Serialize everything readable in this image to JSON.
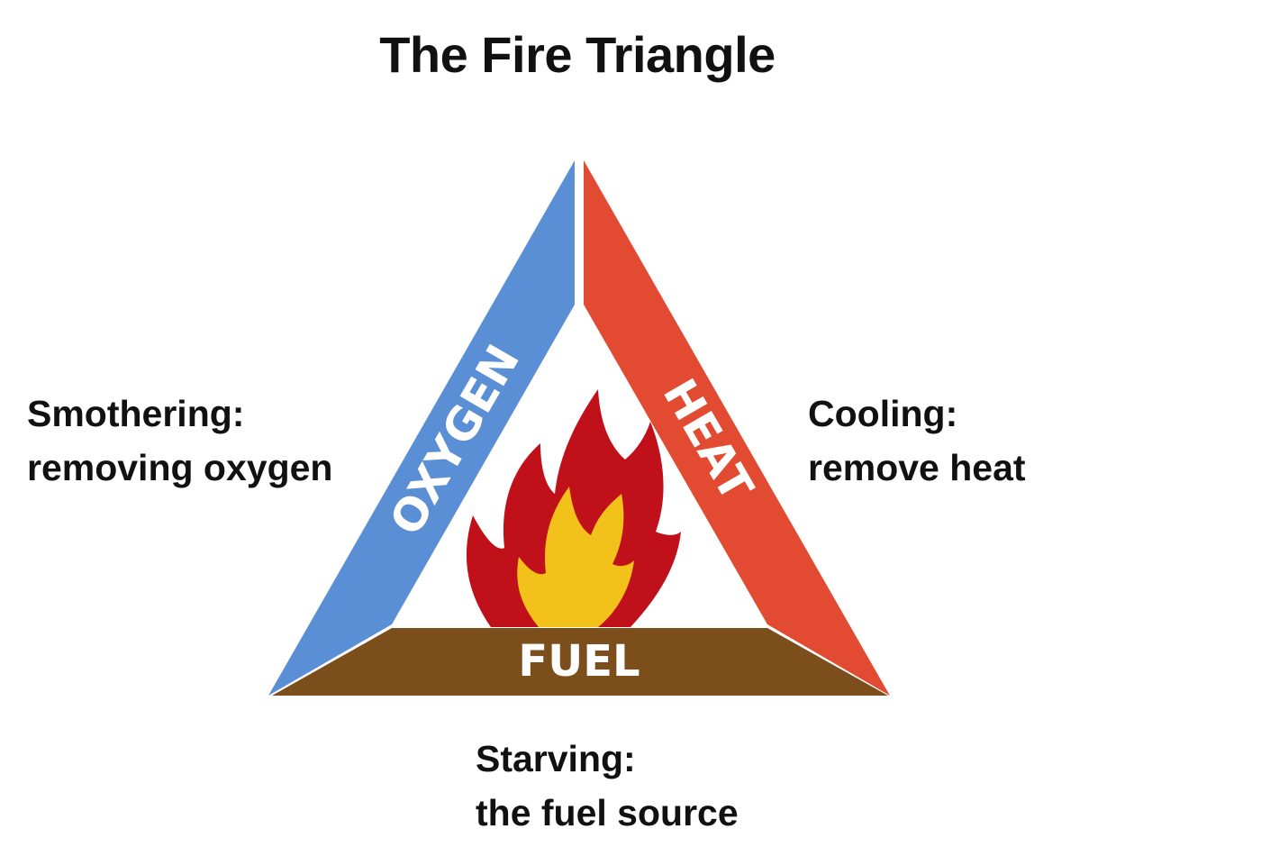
{
  "title": "The Fire Triangle",
  "sides": {
    "oxygen": {
      "label": "OXYGEN",
      "color": "#5b8fd5"
    },
    "heat": {
      "label": "HEAT",
      "color": "#e24b31"
    },
    "fuel": {
      "label": "FUEL",
      "color": "#7b4e1c"
    }
  },
  "flame": {
    "outer_color": "#c0101a",
    "inner_color": "#f2c21b"
  },
  "captions": {
    "oxygen": {
      "heading": "Smothering:",
      "text": "removing oxygen"
    },
    "heat": {
      "heading": "Cooling:",
      "text": "remove heat"
    },
    "fuel": {
      "heading": "Starving:",
      "text": "the fuel source"
    }
  }
}
